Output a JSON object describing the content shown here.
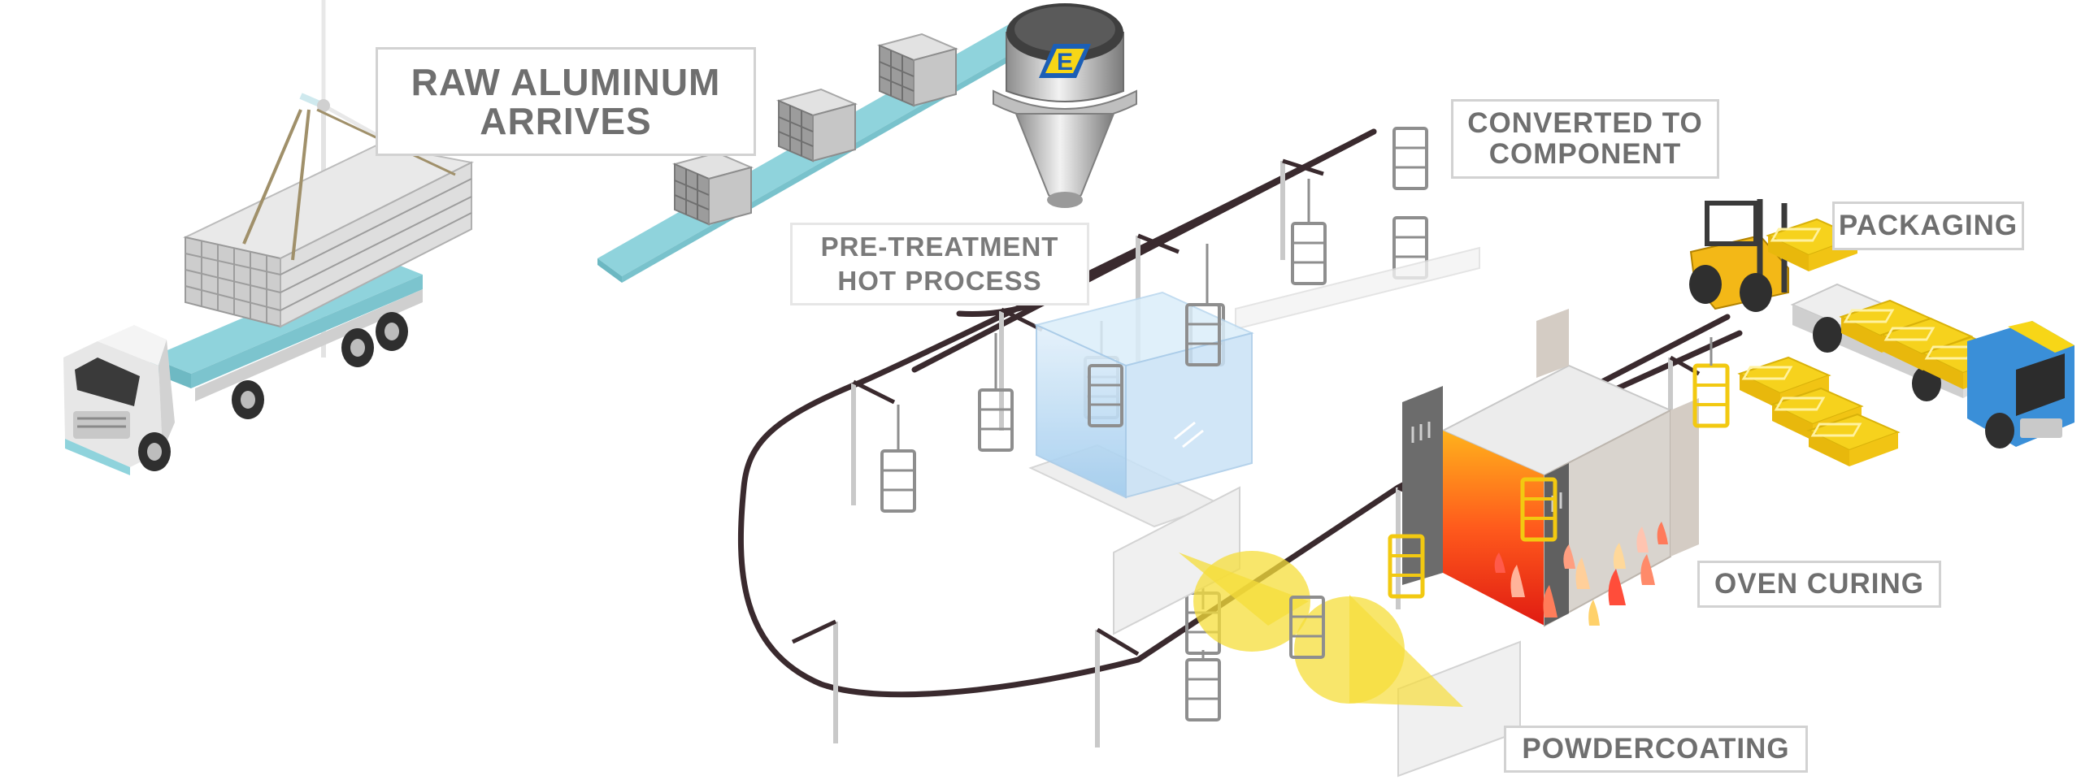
{
  "diagram": {
    "steps": {
      "raw_aluminum": [
        "RAW ALUMINUM",
        "ARRIVES"
      ],
      "pre_treatment": [
        "PRE-TREATMENT",
        "HOT PROCESS"
      ],
      "converted": [
        "CONVERTED TO",
        "COMPONENT"
      ],
      "packaging": "PACKAGING",
      "oven_curing": "OVEN CURING",
      "powdercoating": "POWDERCOATING"
    },
    "silo_logo": "E"
  },
  "colors": {
    "label_text": "#6f6f6f",
    "label_border": "#d2d2d2",
    "conveyor_belt": "#8fd3dc",
    "overhead_rail": "#3a2a2e",
    "tank_water": "#bcdcf4",
    "powder_yellow": "#f6dd3a",
    "oven_fire": "#ff3b1f",
    "truck_cab_blue": "#3a8fd8",
    "forklift_yellow": "#f3b817",
    "logo_blue": "#1b5fb6",
    "logo_yellow": "#f7d617"
  }
}
